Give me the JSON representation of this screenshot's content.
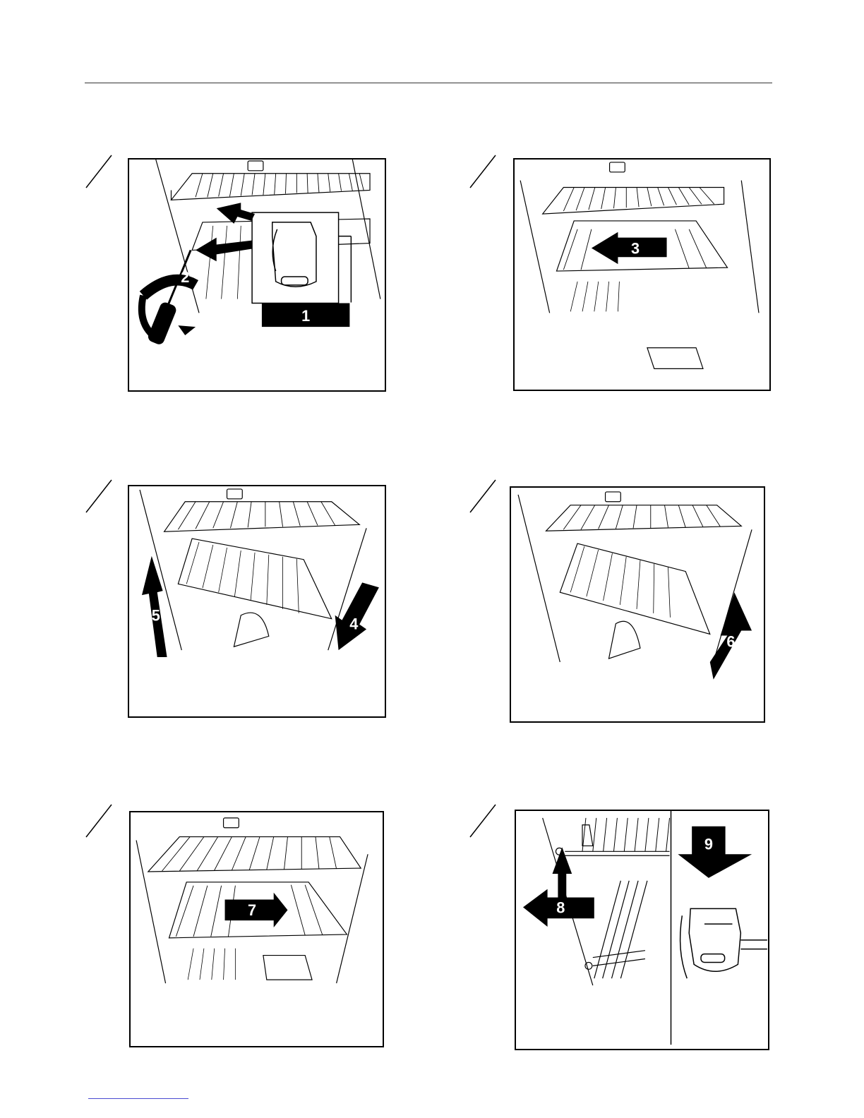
{
  "panels": [
    {
      "labels": [
        "1",
        "2"
      ]
    },
    {
      "labels": [
        "3"
      ]
    },
    {
      "labels": [
        "5",
        "4"
      ]
    },
    {
      "labels": [
        "6"
      ]
    },
    {
      "labels": [
        "7"
      ]
    },
    {
      "labels": [
        "8",
        "9"
      ]
    }
  ]
}
